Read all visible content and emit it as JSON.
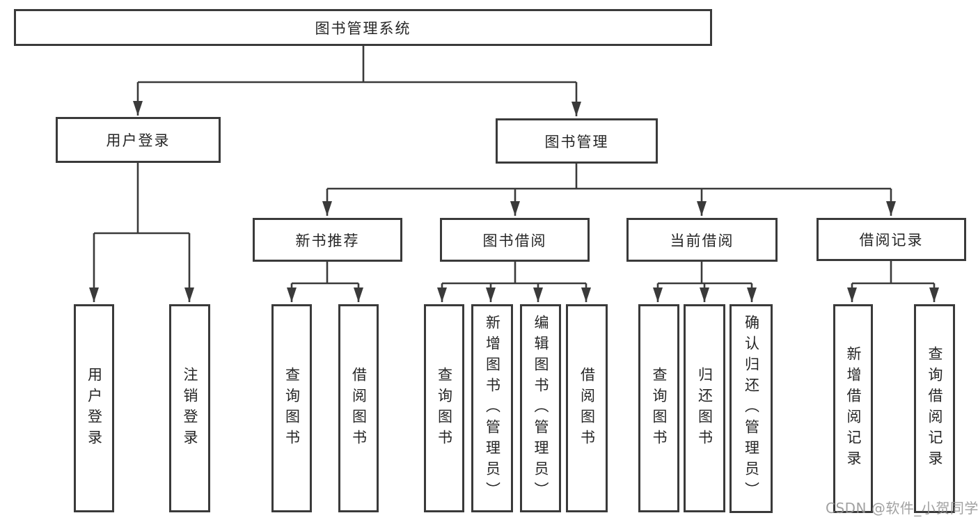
{
  "tree": {
    "root": "图书管理系统",
    "user_login": {
      "label": "用户登录",
      "leaves": [
        "用户登录",
        "注销登录"
      ]
    },
    "book_mgmt": {
      "label": "图书管理",
      "children": [
        {
          "label": "新书推荐",
          "leaves": [
            "查询图书",
            "借阅图书"
          ]
        },
        {
          "label": "图书借阅",
          "leaves": [
            "查询图书",
            "新增图书（管理员）",
            "编辑图书（管理员）",
            "借阅图书"
          ]
        },
        {
          "label": "当前借阅",
          "leaves": [
            "查询图书",
            "归还图书",
            "确认归还（管理员）"
          ]
        },
        {
          "label": "借阅记录",
          "leaves": [
            "新增借阅记录",
            "查询借阅记录"
          ]
        }
      ]
    }
  },
  "watermark": "CSDN @软件_小贺同学",
  "colors": {
    "line": "#3a3a3a",
    "text": "#262626",
    "background": "#ffffff",
    "watermark": "#949494"
  }
}
